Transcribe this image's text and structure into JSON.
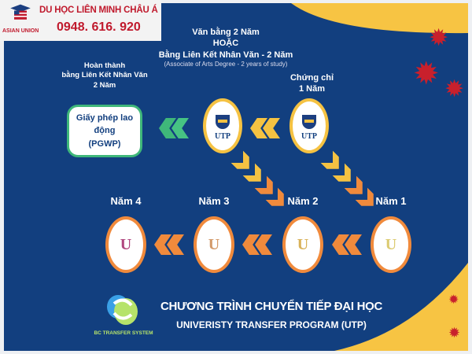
{
  "header": {
    "brand": "DU HỌC LIÊN MINH CHÂU Á",
    "phone": "0948. 616. 920",
    "logo_text": "ASIAN UNION"
  },
  "labels": {
    "complete": [
      "Hoàn thành",
      "bằng Liên Kết Nhân Văn",
      "2 Năm"
    ],
    "diploma": [
      "Văn bằng 2 Năm",
      "HOẶC",
      "Bằng Liên Kết Nhân Văn - 2 Năm"
    ],
    "diploma_note": "(Associate of Arts Degree - 2 years of study)",
    "certificate": [
      "Chứng chỉ",
      "1 Năm"
    ]
  },
  "pgwp": {
    "line1": "Giấy phép lao động",
    "line2": "(PGWP)"
  },
  "utp_label": "UTP",
  "years": [
    {
      "label": "Năm 4",
      "color": "#b0477f"
    },
    {
      "label": "Năm 3",
      "color": "#d39a6a"
    },
    {
      "label": "Năm 2",
      "color": "#d9b25a"
    },
    {
      "label": "Năm 1",
      "color": "#dccb72"
    }
  ],
  "year_emblem": "U",
  "footer": {
    "logo_text": "BC TRANSFER SYSTEM",
    "title": "CHƯƠNG TRÌNH CHUYỂN TIẾP ĐẠI HỌC",
    "subtitle": "UNIVERISTY TRANSFER PROGRAM (UTP)"
  },
  "colors": {
    "navy": "#123f7f",
    "yellow": "#f7c443",
    "orange": "#f08a3c",
    "green": "#3fb77a"
  }
}
